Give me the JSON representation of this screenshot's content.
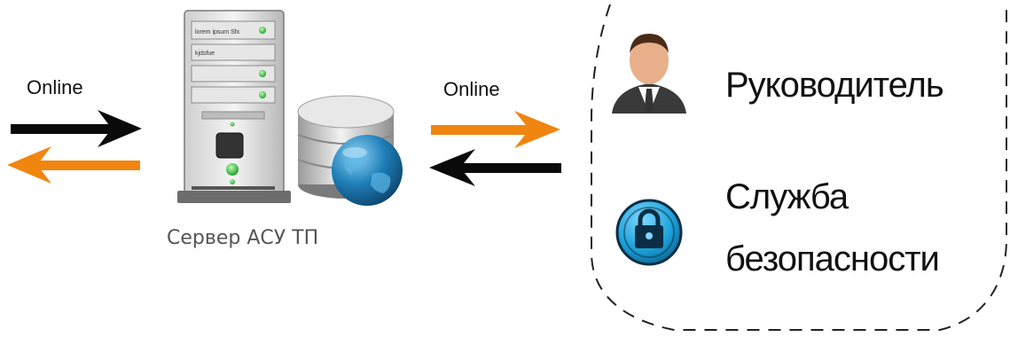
{
  "labels": {
    "online_left": "Online",
    "online_right": "Online",
    "server_caption": "Сервер АСУ ТП",
    "rack_label_1": "lorem ipsum Sfx",
    "rack_label_2": "kjdsfue"
  },
  "roles": {
    "manager": "Руководитель",
    "security_line1": "Служба",
    "security_line2": "безопасности"
  },
  "colors": {
    "arrow_black": "#0a0a0a",
    "arrow_orange": "#f0850f",
    "dashed_border": "#222222",
    "globe_blue": "#1f7fb8",
    "lock_blue": "#1aa0d8"
  },
  "icons": {
    "server": "server-rack-icon",
    "database": "database-icon",
    "globe": "globe-icon",
    "manager": "businessman-avatar-icon",
    "security": "lock-icon"
  }
}
